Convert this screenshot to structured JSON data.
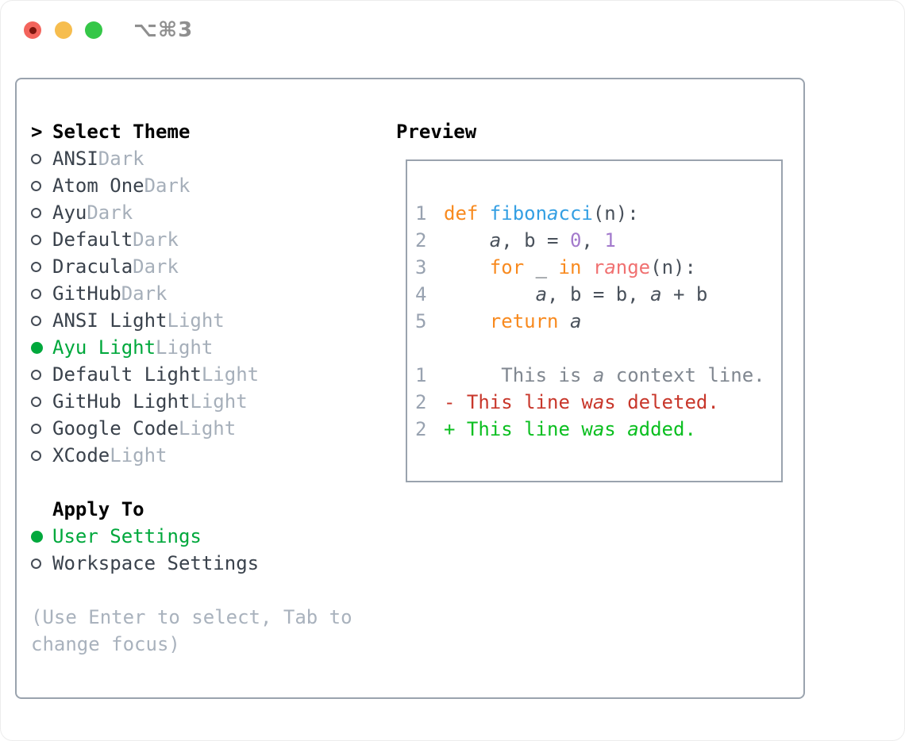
{
  "window": {
    "title_shortcut": "⌥⌘3",
    "controls": [
      {
        "name": "close",
        "color": "#f3645c",
        "dot_color": "#7d150d"
      },
      {
        "name": "minimize",
        "color": "#f6bd4e"
      },
      {
        "name": "zoom",
        "color": "#35c748"
      }
    ]
  },
  "colors": {
    "panel_border": "#9aa3ae",
    "accent_green": "#00a83c",
    "item_text": "#3a424c",
    "variant_text": "#a6afba",
    "hint_text": "#a9b2bd",
    "header_text": "#000000"
  },
  "icons": {
    "focus_marker": ">",
    "radio_unselected": "circle-outline",
    "radio_selected": "circle-filled-green"
  },
  "theme_list": {
    "header": "Select Theme",
    "items": [
      {
        "name": "ANSI",
        "variant": "Dark",
        "selected": false
      },
      {
        "name": "Atom One",
        "variant": "Dark",
        "selected": false
      },
      {
        "name": "Ayu",
        "variant": "Dark",
        "selected": false
      },
      {
        "name": "Default",
        "variant": "Dark",
        "selected": false
      },
      {
        "name": "Dracula",
        "variant": "Dark",
        "selected": false
      },
      {
        "name": "GitHub",
        "variant": "Dark",
        "selected": false
      },
      {
        "name": "ANSI Light",
        "variant": "Light",
        "selected": false
      },
      {
        "name": "Ayu Light",
        "variant": "Light",
        "selected": true
      },
      {
        "name": "Default Light",
        "variant": "Light",
        "selected": false
      },
      {
        "name": "GitHub Light",
        "variant": "Light",
        "selected": false
      },
      {
        "name": "Google Code",
        "variant": "Light",
        "selected": false
      },
      {
        "name": "XCode",
        "variant": "Light",
        "selected": false
      }
    ]
  },
  "apply_to": {
    "header": "Apply To",
    "options": [
      {
        "label": "User Settings",
        "selected": true
      },
      {
        "label": "Workspace Settings",
        "selected": false
      }
    ]
  },
  "hint": {
    "text": "(Use Enter to select, Tab to change focus)"
  },
  "preview": {
    "header": "Preview",
    "colors": {
      "lineno": "#98a2b0",
      "keyword": "#f88a1f",
      "function": "#349fe3",
      "number": "#a37acc",
      "builtin": "#f07171",
      "default": "#49515b",
      "context": "#808790",
      "removed": "#c8372b",
      "added": "#0bbf20"
    },
    "lines": [
      {
        "num": "1",
        "segs": [
          [
            "def ",
            "keyword"
          ],
          [
            "fibonacci",
            "function"
          ],
          [
            "(n):",
            "default"
          ]
        ]
      },
      {
        "num": "2",
        "segs": [
          [
            "    a, b = ",
            "default"
          ],
          [
            "0",
            "number"
          ],
          [
            ", ",
            "default"
          ],
          [
            "1",
            "number"
          ]
        ]
      },
      {
        "num": "3",
        "segs": [
          [
            "    ",
            "default"
          ],
          [
            "for",
            "keyword"
          ],
          [
            " _ ",
            "default"
          ],
          [
            "in",
            "keyword"
          ],
          [
            " ",
            "default"
          ],
          [
            "range",
            "builtin"
          ],
          [
            "(n):",
            "default"
          ]
        ]
      },
      {
        "num": "4",
        "segs": [
          [
            "        a, b = b, a + b",
            "default"
          ]
        ]
      },
      {
        "num": "5",
        "segs": [
          [
            "    ",
            "default"
          ],
          [
            "return",
            "keyword"
          ],
          [
            " a",
            "default"
          ]
        ]
      },
      {
        "num": "",
        "segs": []
      },
      {
        "num": "1",
        "segs": [
          [
            "     This is a context line.",
            "context"
          ]
        ]
      },
      {
        "num": "2",
        "segs": [
          [
            "- This line was deleted.",
            "removed"
          ]
        ]
      },
      {
        "num": "2",
        "segs": [
          [
            "+ This line was added.",
            "added"
          ]
        ]
      }
    ]
  }
}
